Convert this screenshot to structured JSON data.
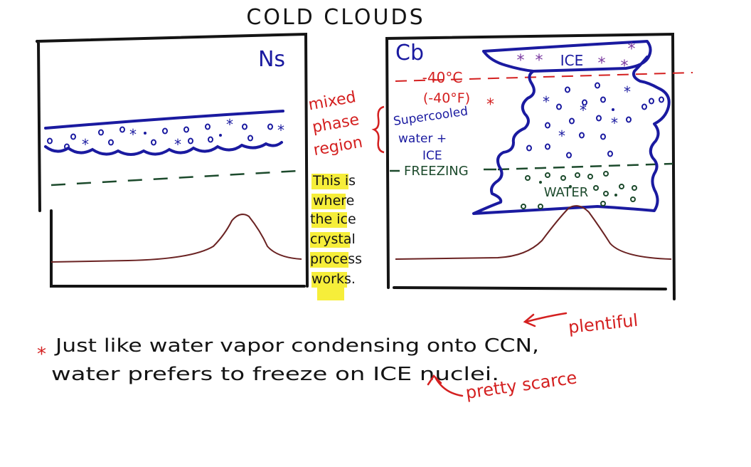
{
  "title": "COLD CLOUDS",
  "colors": {
    "ink": "#141414",
    "blue": "#1a1aa0",
    "red": "#d42020",
    "green": "#1c4a2c",
    "brown": "#6a2222",
    "purple": "#7a3aa0",
    "highlight": "#f6ee3a"
  },
  "left_panel": {
    "label": "Ns"
  },
  "right_panel": {
    "label": "Cb",
    "ice_label": "ICE",
    "temp_c": "-40°C",
    "temp_f": "(-40°F)",
    "freezing_label": "FREEZING",
    "water_label": "WATER"
  },
  "mixed_phase": {
    "lines": [
      "mixed",
      "phase",
      "region"
    ],
    "content_lines": [
      "Supercooled",
      "water +",
      "ICE"
    ]
  },
  "ice_crystal_note": {
    "lines": [
      "This is",
      "where",
      "the ice",
      "crystal",
      "process",
      "works."
    ]
  },
  "footnote": {
    "line1": "Just like water vapor condensing onto CCN,",
    "line2": "water prefers to freeze on ICE nuclei.",
    "plentiful": "plentiful",
    "pretty_scarce": "pretty scarce"
  }
}
